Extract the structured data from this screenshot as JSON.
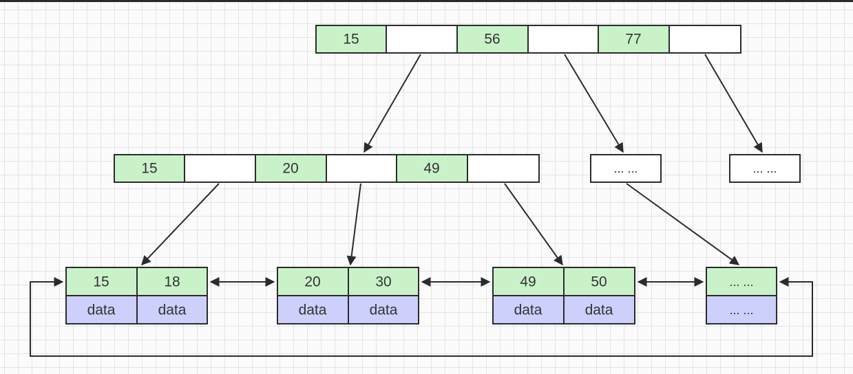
{
  "colors": {
    "key_fill": "#c9f2c9",
    "empty_fill": "#ffffff",
    "data_fill": "#cdd0fb",
    "border": "#2b2b2b",
    "arrow": "#2b2b2b"
  },
  "root": {
    "keys": [
      "15",
      "56",
      "77"
    ]
  },
  "internal": {
    "keys": [
      "15",
      "20",
      "49"
    ]
  },
  "placeholders": [
    "... ...",
    "... ..."
  ],
  "leaves": [
    {
      "keys": [
        "15",
        "18"
      ],
      "data": [
        "data",
        "data"
      ]
    },
    {
      "keys": [
        "20",
        "30"
      ],
      "data": [
        "data",
        "data"
      ]
    },
    {
      "keys": [
        "49",
        "50"
      ],
      "data": [
        "data",
        "data"
      ]
    },
    {
      "keys": [
        "... ..."
      ],
      "data": [
        "... ..."
      ]
    }
  ]
}
